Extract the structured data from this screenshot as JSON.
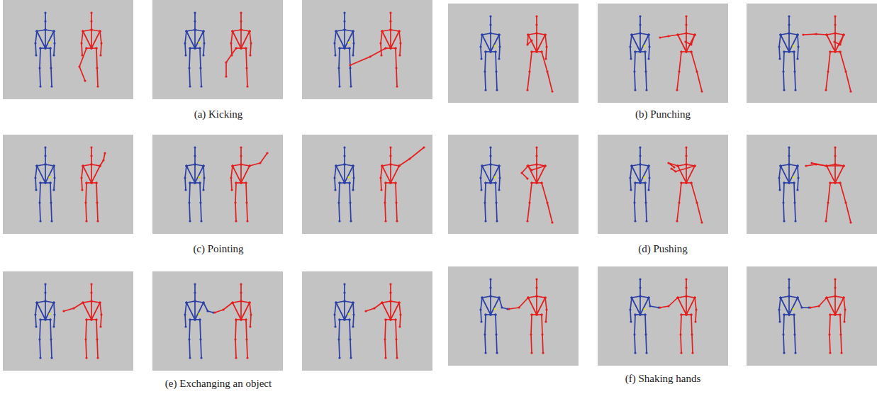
{
  "diagram": {
    "labels": [
      "(a) Kicking",
      "(b) Punching",
      "(c) Pointing",
      "(d) Pushing",
      "(e) Exchanging an object",
      "(f) Shaking hands"
    ]
  }
}
